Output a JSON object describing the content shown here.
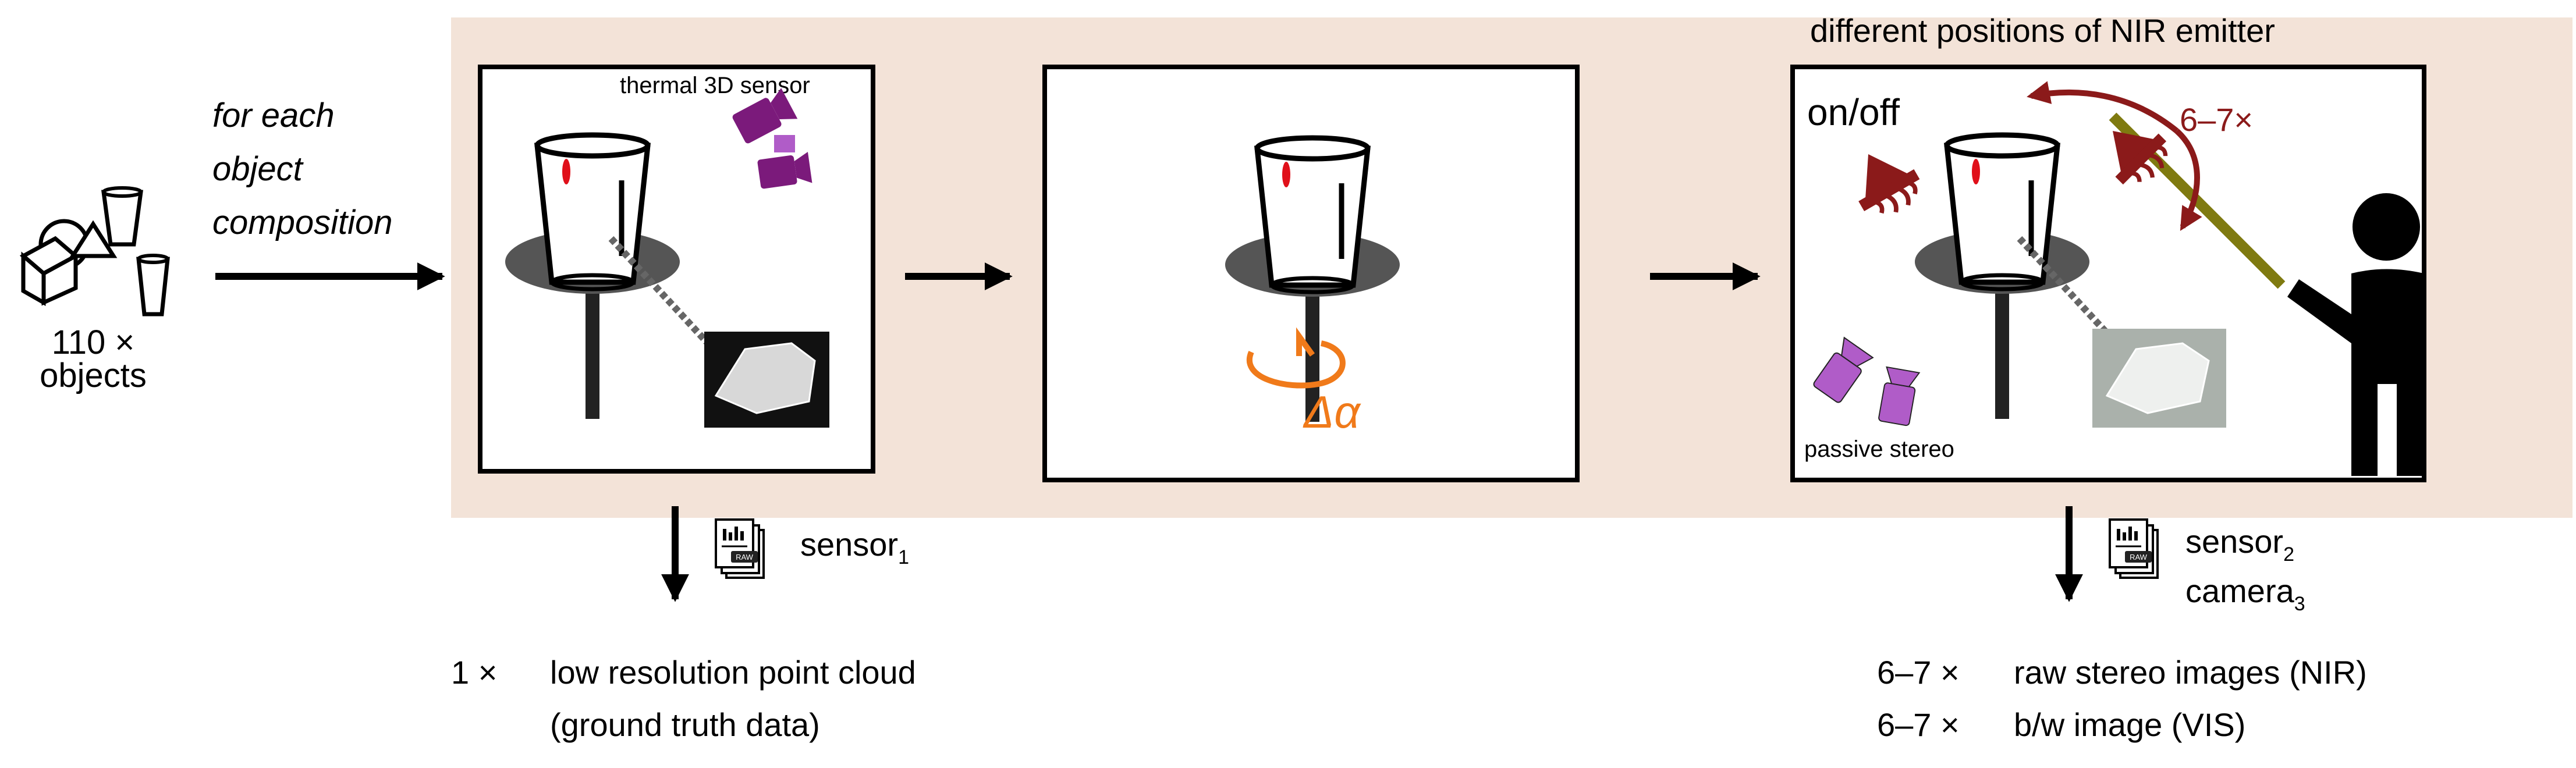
{
  "left": {
    "count": "110 ×",
    "objects": "objects",
    "caption_lines": [
      "for each",
      "object",
      "composition"
    ]
  },
  "panel1": {
    "sensor_label": "thermal 3D sensor",
    "output_sensor": "sensor",
    "output_sensor_sub": "1",
    "result_count": "1 ×",
    "result_lines": [
      "low resolution point cloud",
      "(ground truth data)"
    ]
  },
  "panel2": {
    "rotation_label": "Δα"
  },
  "panel3": {
    "title": "different positions of NIR emitter",
    "onoff_label": "on/off",
    "repeat_label": "6–7×",
    "stereo_label": "passive stereo",
    "output_sensor": "sensor",
    "output_sensor_sub": "2",
    "output_camera": "camera",
    "output_camera_sub": "3",
    "results": [
      {
        "count": "6–7 ×",
        "text": "raw stereo images (NIR)"
      },
      {
        "count": "6–7 ×",
        "text": "b/w image (VIS)"
      }
    ]
  },
  "colors": {
    "background_band": "#f3e3d8",
    "thermal_sensor": "#7b1a7b",
    "stereo_sensor": "#b05cc8",
    "emitter": "#8b1a1a",
    "rotation": "#f07a1a",
    "pole": "#7f7a10",
    "table": "#555555"
  },
  "icons": [
    "primitives-icon",
    "glass-icon",
    "thermal-camera-icon",
    "stereo-camera-icon",
    "nir-emitter-icon",
    "raw-file-icon",
    "person-icon",
    "rotation-arrow-icon"
  ]
}
